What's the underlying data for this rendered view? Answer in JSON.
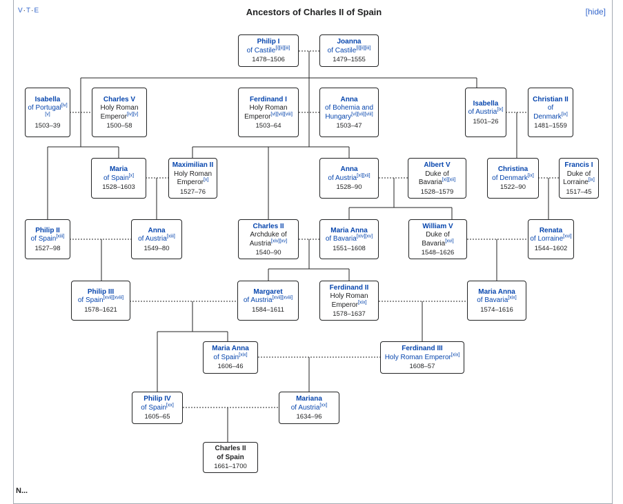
{
  "navbox": {
    "vte": [
      "V",
      "T",
      "E"
    ],
    "title": "Ancestors of Charles II of Spain",
    "hide_label": "[hide]"
  },
  "people": {
    "philip1": {
      "name": "Philip I",
      "desc": "of Castile",
      "refs": "[i][ii][iii]",
      "years": "1478–1506"
    },
    "joanna": {
      "name": "Joanna",
      "desc": "of Castile",
      "refs": "[i][ii][iii]",
      "years": "1479–1555"
    },
    "isabella_p": {
      "name": "Isabella",
      "desc": "of Portugal",
      "refs": "[iv][v]",
      "years": "1503–39"
    },
    "charles5": {
      "name": "Charles V",
      "desc": "Holy Roman Emperor",
      "refs": "[iv][v]",
      "years": "1500–58"
    },
    "ferdinand1": {
      "name": "Ferdinand I",
      "desc": "Holy Roman Emperor",
      "refs": "[vi][vii][viii]",
      "years": "1503–64"
    },
    "anna_bh": {
      "name": "Anna",
      "desc": "of Bohemia and Hungary",
      "refs": "[vi][vii][viii]",
      "years": "1503–47"
    },
    "isabella_a": {
      "name": "Isabella",
      "desc": "of Austria",
      "refs": "[ix]",
      "years": "1501–26"
    },
    "christian2": {
      "name": "Christian II",
      "desc": "of Denmark",
      "refs": "[ix]",
      "years": "1481–1559"
    },
    "maria_s": {
      "name": "Maria",
      "desc": "of Spain",
      "refs": "[x]",
      "years": "1528–1603"
    },
    "maximilian2": {
      "name": "Maximilian II",
      "desc": "Holy Roman Emperor",
      "refs": "[x]",
      "years": "1527–76"
    },
    "anna_a1": {
      "name": "Anna",
      "desc": "of Austria",
      "refs": "[xi][xii]",
      "years": "1528–90"
    },
    "albert5": {
      "name": "Albert V",
      "desc": "Duke of Bavaria",
      "refs": "[xi][xii]",
      "years": "1528–1579"
    },
    "christina": {
      "name": "Christina",
      "desc": "of Denmark",
      "refs": "[ix]",
      "years": "1522–90"
    },
    "francis1": {
      "name": "Francis I",
      "desc": "Duke of Lorraine",
      "refs": "[ix]",
      "years": "1517–45"
    },
    "philip2": {
      "name": "Philip II",
      "desc": "of Spain",
      "refs": "[xiii]",
      "years": "1527–98"
    },
    "anna_a2": {
      "name": "Anna",
      "desc": "of Austria",
      "refs": "[xiii]",
      "years": "1549–80"
    },
    "charles2a": {
      "name": "Charles II",
      "desc": "Archduke of Austria",
      "refs": "[xiv][xv]",
      "years": "1540–90"
    },
    "mariaanna_b": {
      "name": "Maria Anna",
      "desc": "of Bavaria",
      "refs": "[xiv][xv]",
      "years": "1551–1608"
    },
    "william5": {
      "name": "William V",
      "desc": "Duke of Bavaria",
      "refs": "[xvi]",
      "years": "1548–1626"
    },
    "renata": {
      "name": "Renata",
      "desc": "of Lorraine",
      "refs": "[xvi]",
      "years": "1544–1602"
    },
    "philip3": {
      "name": "Philip III",
      "desc": "of Spain",
      "refs": "[xvii][xviii]",
      "years": "1578–1621"
    },
    "margaret": {
      "name": "Margaret",
      "desc": "of Austria",
      "refs": "[xvii][xviii]",
      "years": "1584–1611"
    },
    "ferdinand2": {
      "name": "Ferdinand II",
      "desc": "Holy Roman Emperor",
      "refs": "[xix]",
      "years": "1578–1637"
    },
    "mariaanna_b2": {
      "name": "Maria Anna",
      "desc": "of Bavaria",
      "refs": "[xix]",
      "years": "1574–1616"
    },
    "mariaanna_s": {
      "name": "Maria Anna",
      "desc": "of Spain",
      "refs": "[xix]",
      "years": "1606–46"
    },
    "ferdinand3": {
      "name": "Ferdinand III",
      "desc": "Holy Roman Emperor",
      "refs": "[xix]",
      "years": "1608–57"
    },
    "philip4": {
      "name": "Philip IV",
      "desc": "of Spain",
      "refs": "[xx]",
      "years": "1605–65"
    },
    "mariana": {
      "name": "Mariana",
      "desc": "of Austria",
      "refs": "[xx]",
      "years": "1634–96"
    },
    "charles2": {
      "name": "Charles II",
      "desc": "of Spain",
      "refs": "",
      "years": "1661–1700"
    }
  },
  "footer": {
    "partial_heading": "N..."
  }
}
